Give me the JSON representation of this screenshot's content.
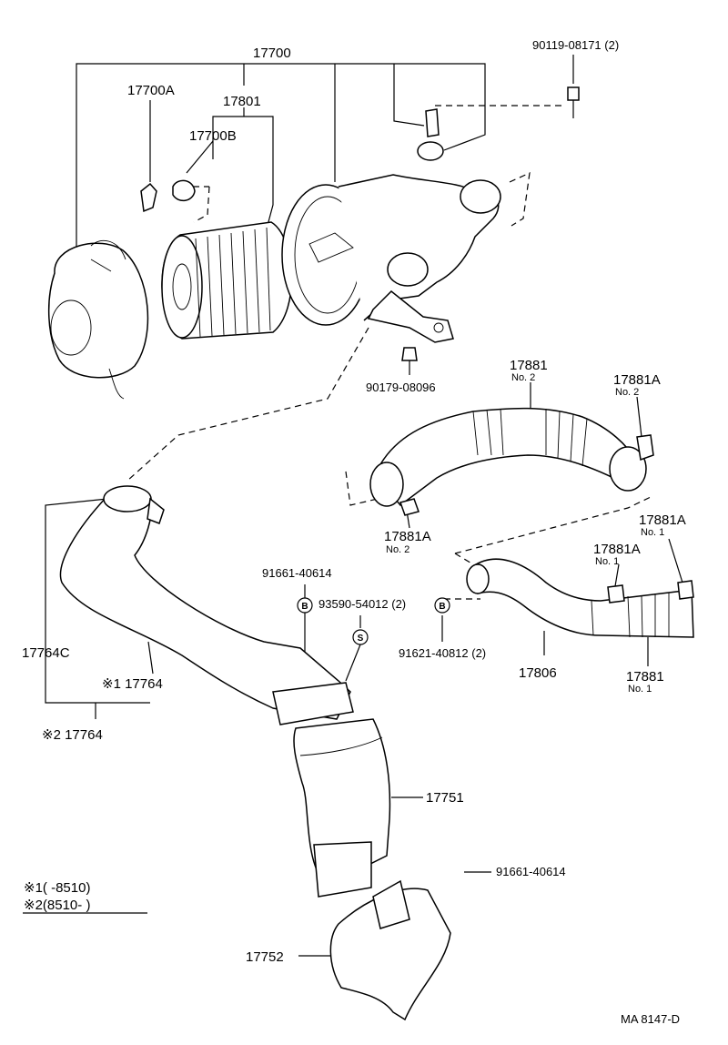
{
  "labels": {
    "l17700": "17700",
    "l17700A": "17700A",
    "l17801": "17801",
    "l17700B": "17700B",
    "l90119": "90119-08171 (2)",
    "l90179": "90179-08096",
    "l17881_top": "17881",
    "l17881_top_no": "No. 2",
    "l17881A_top": "17881A",
    "l17881A_top_no": "No. 2",
    "l17881A_mid": "17881A",
    "l17881A_mid_no": "No. 2",
    "l17881A_r1": "17881A",
    "l17881A_r1_no": "No. 1",
    "l17881A_r2": "17881A",
    "l17881A_r2_no": "No. 1",
    "l91661_a": "91661-40614",
    "l93590": "93590-54012 (2)",
    "l91621": "91621-40812 (2)",
    "l17806": "17806",
    "l17881_bot": "17881",
    "l17881_bot_no": "No. 1",
    "l17764C": "17764C",
    "l17764_1": "※1 17764",
    "l17764_2": "※2 17764",
    "l17751": "17751",
    "l91661_b": "91661-40614",
    "l17752": "17752",
    "note1": "※1(        -8510)",
    "note2": "※2(8510-        )",
    "ref": "MA 8147-D",
    "mark_b": "B",
    "mark_s": "S"
  }
}
